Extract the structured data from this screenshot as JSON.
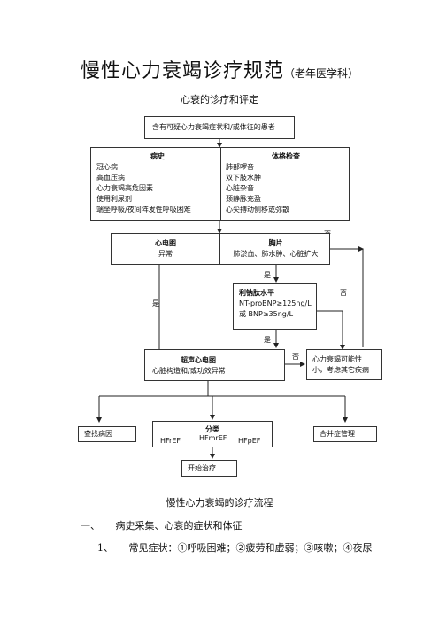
{
  "header": {
    "title": "慢性心力衰竭诊疗规范",
    "subtitle": "（老年医学科）",
    "section_title": "心衰的诊疗和评定"
  },
  "flowchart": {
    "start": "含有可疑心力衰竭症状和/或体征的患者",
    "history": {
      "title": "病史",
      "items": [
        "冠心病",
        "高血压病",
        "心力衰竭高危因素",
        "使用利尿剂",
        "端坐呼吸/夜间阵发性呼吸困难"
      ]
    },
    "exam": {
      "title": "体格检查",
      "items": [
        "肺部啰音",
        "双下肢水肿",
        "心脏杂音",
        "颈静脉充盈",
        "心尖搏动侧移或弥散"
      ]
    },
    "ecg": {
      "title": "心电图",
      "text": "异常"
    },
    "chest": {
      "title": "胸片",
      "text": "肺淤血、肺水肿、心脏扩大"
    },
    "bnp": {
      "title": "利钠肽水平",
      "line1": "NT-proBNP≥125ng/L",
      "line2": "或 BNP≥35ng/L"
    },
    "echo": {
      "title": "超声心电图",
      "text": "心脏构造和/或功效异常"
    },
    "unlikely": {
      "line1": "心力衰竭可能性",
      "line2": "小，考虑其它疾病"
    },
    "find_cause": "查找病因",
    "classify": {
      "title": "分类",
      "types": [
        "HFrEF",
        "HFmrEF",
        "HFpEF"
      ]
    },
    "comorbid": "合并症管理",
    "treat": "开始治疗",
    "labels": {
      "yes": "是",
      "no": "否"
    }
  },
  "caption": "慢性心力衰竭的诊疗流程",
  "body": {
    "section1_num": "一、",
    "section1_text": "病史采集、心衰的症状和体征",
    "item1_num": "1、",
    "item1_text": "常见症状：①呼吸困难；②疲劳和虚弱；③咳嗽；④夜尿"
  }
}
